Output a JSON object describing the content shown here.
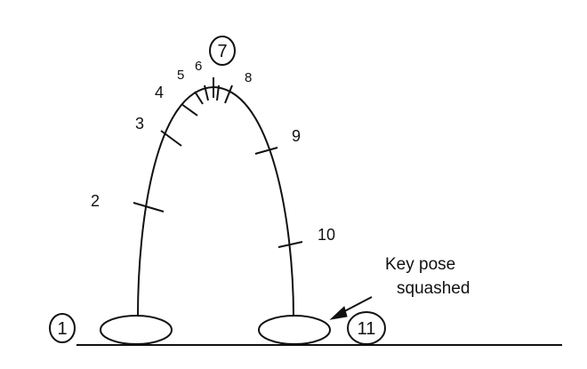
{
  "frames": {
    "f1": "1",
    "f2": "2",
    "f3": "3",
    "f4": "4",
    "f5": "5",
    "f6": "6",
    "f7": "7",
    "f8": "8",
    "f9": "9",
    "f10": "10",
    "f11": "11"
  },
  "annotation": {
    "line1": "Key pose",
    "line2": "squashed"
  },
  "colors": {
    "ink": "#111111",
    "background": "#ffffff"
  }
}
